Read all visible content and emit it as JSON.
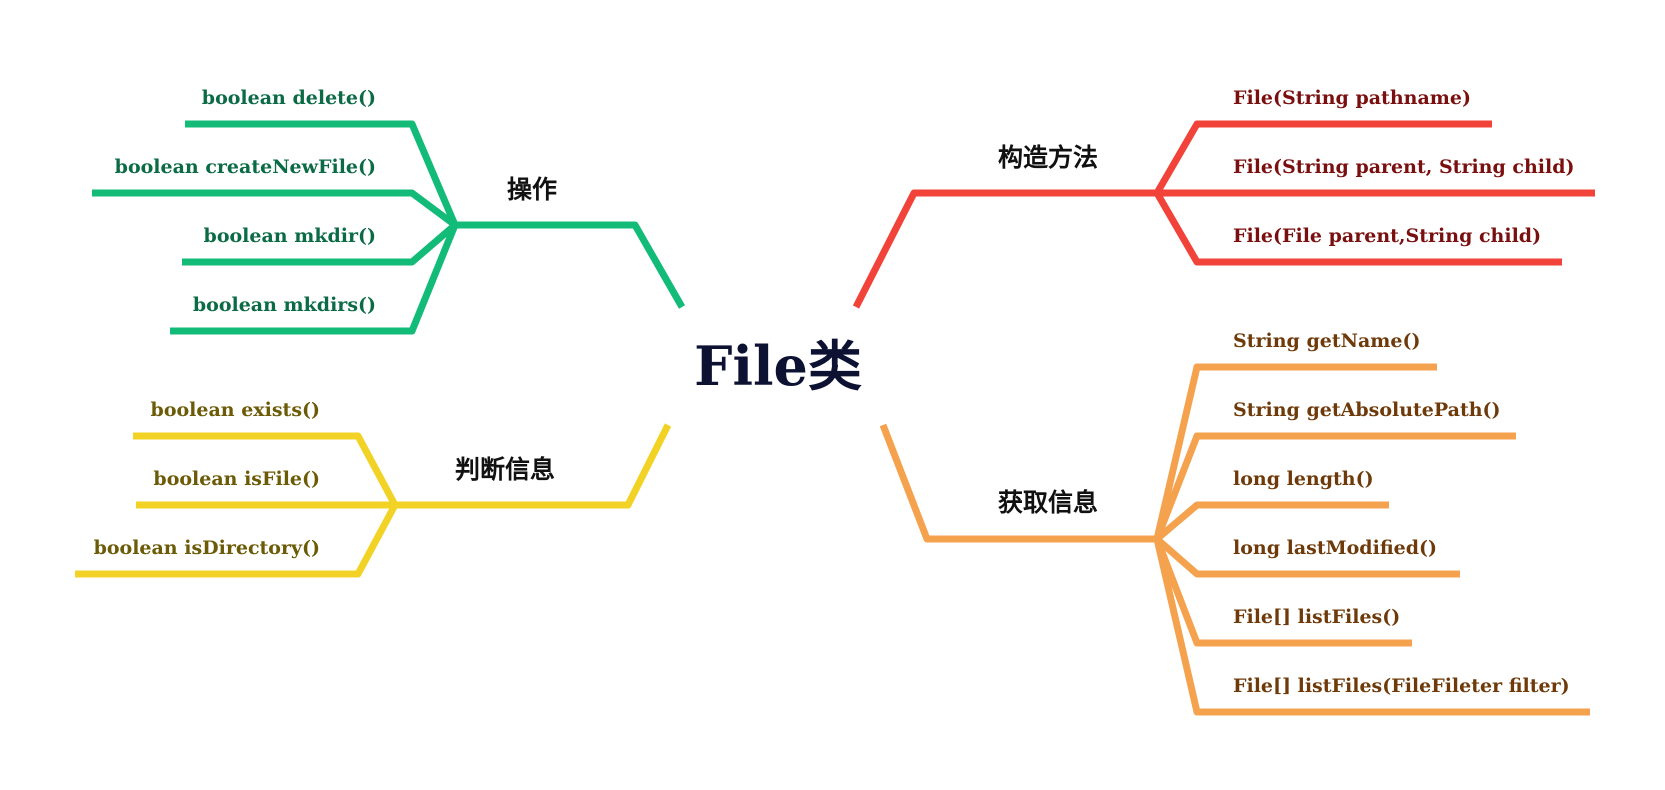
{
  "center": {
    "title": "File类"
  },
  "branches": [
    {
      "title": "操作",
      "color": "#12bb77",
      "text_color": "#0b6b45",
      "leaves": [
        "boolean delete()",
        "boolean createNewFile()",
        "boolean mkdir()",
        "boolean mkdirs()"
      ]
    },
    {
      "title": "判断信息",
      "color": "#f2d325",
      "text_color": "#6b5a06",
      "leaves": [
        "boolean exists()",
        "boolean isFile()",
        "boolean isDirectory()"
      ]
    },
    {
      "title": "构造方法",
      "color": "#f2433a",
      "text_color": "#7a0f0f",
      "leaves": [
        "File(String pathname)",
        "File(String parent, String child)",
        "File(File parent,String child)"
      ]
    },
    {
      "title": "获取信息",
      "color": "#f5a24e",
      "text_color": "#6e3a0a",
      "leaves": [
        "String getName()",
        "String getAbsolutePath()",
        "long length()",
        "long lastModified()",
        "File[] listFiles()",
        "File[] listFiles(FileFileter filter)"
      ]
    }
  ]
}
